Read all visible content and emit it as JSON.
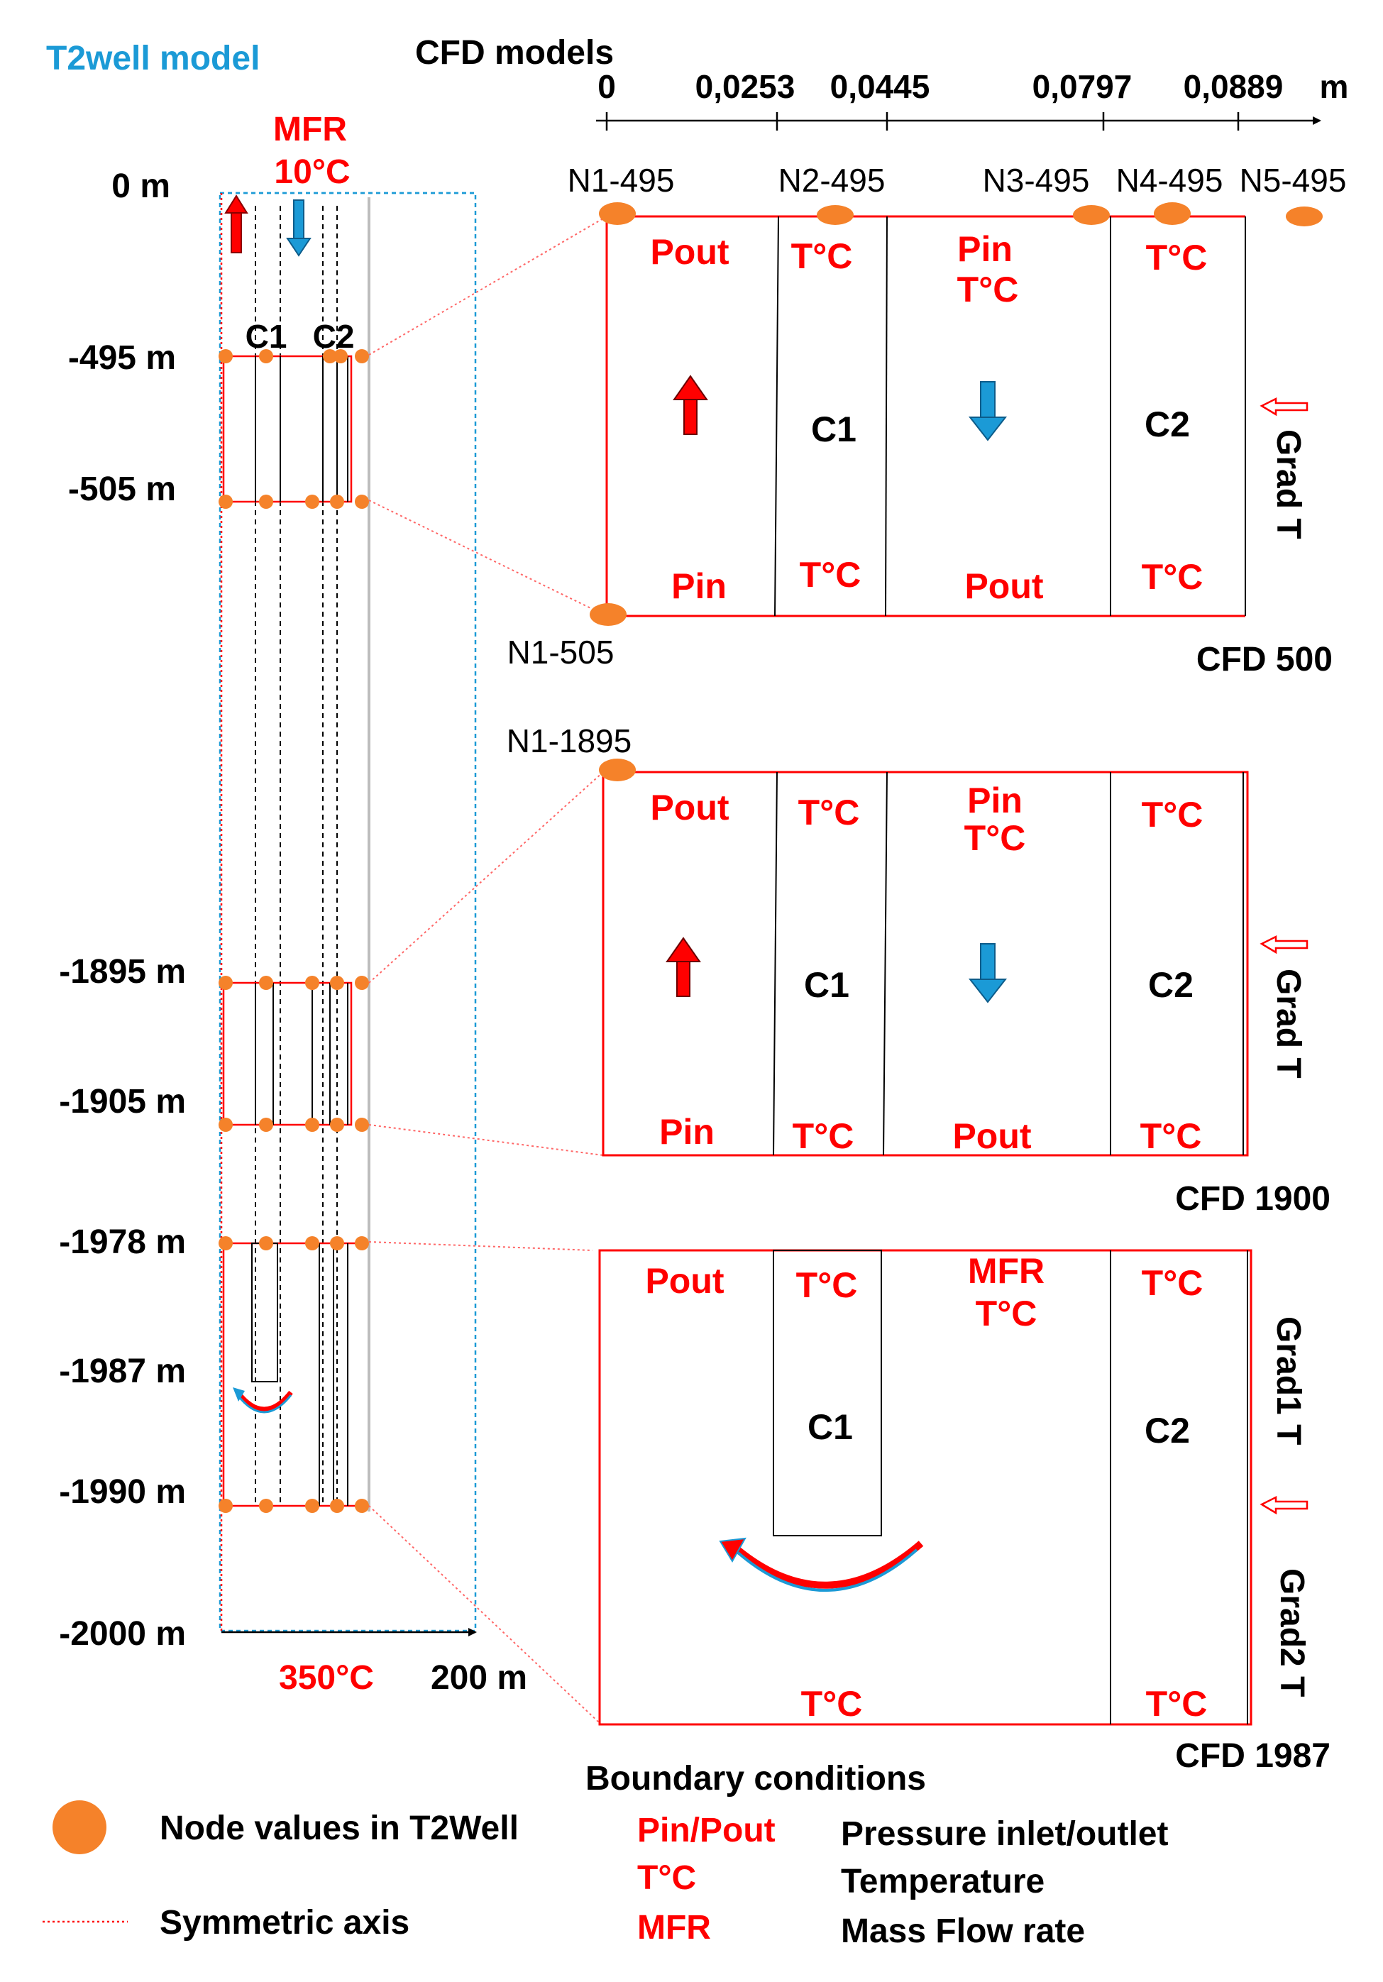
{
  "titles": {
    "t2well": "T2well model",
    "cfd_models": "CFD models"
  },
  "colors": {
    "red": "#ff0000",
    "blue": "#1b9ad6",
    "orange": "#f5822a",
    "black": "#000000",
    "gray": "#bdbdbd"
  },
  "scale": {
    "ticks": [
      "0",
      "0,0253",
      "0,0445",
      "0,0797",
      "0,0889"
    ],
    "unit": "m"
  },
  "t2well": {
    "mfr": "MFR",
    "inlet_temp": "10°C",
    "bottom_temp": "350°C",
    "width_label": "200 m",
    "c1": "C1",
    "c2": "C2",
    "depths": [
      "0 m",
      "-495 m",
      "-505 m",
      "-1895 m",
      "-1905 m",
      "-1978 m",
      "-1987 m",
      "-1990 m",
      "-2000 m"
    ]
  },
  "cfd500": {
    "name": "CFD 500",
    "nodes": [
      "N1-495",
      "N2-495",
      "N3-495",
      "N4-495",
      "N5-495"
    ],
    "node_bottom": "N1-505",
    "top": [
      "Pout",
      "T°C",
      "Pin",
      "T°C",
      "T°C"
    ],
    "bottom": [
      "Pin",
      "T°C",
      "Pout",
      "T°C"
    ],
    "c1": "C1",
    "c2": "C2",
    "grad": "Grad T"
  },
  "cfd1900": {
    "name": "CFD 1900",
    "node": "N1-1895",
    "top": [
      "Pout",
      "T°C",
      "Pin",
      "T°C",
      "T°C"
    ],
    "bottom": [
      "Pin",
      "T°C",
      "Pout",
      "T°C"
    ],
    "c1": "C1",
    "c2": "C2",
    "grad": "Grad T"
  },
  "cfd1987": {
    "name": "CFD 1987",
    "top": [
      "Pout",
      "T°C",
      "MFR",
      "T°C",
      "T°C"
    ],
    "bottom": [
      "T°C",
      "T°C"
    ],
    "c1": "C1",
    "c2": "C2",
    "grad1": "Grad1 T",
    "grad2": "Grad2 T"
  },
  "legend": {
    "node_values": "Node values in T2Well",
    "symmetric_axis": "Symmetric axis",
    "bc_title": "Boundary conditions",
    "items": [
      {
        "key": "Pin/Pout",
        "desc": "Pressure inlet/outlet"
      },
      {
        "key": "T°C",
        "desc": "Temperature"
      },
      {
        "key": "MFR",
        "desc": "Mass Flow rate"
      }
    ]
  }
}
